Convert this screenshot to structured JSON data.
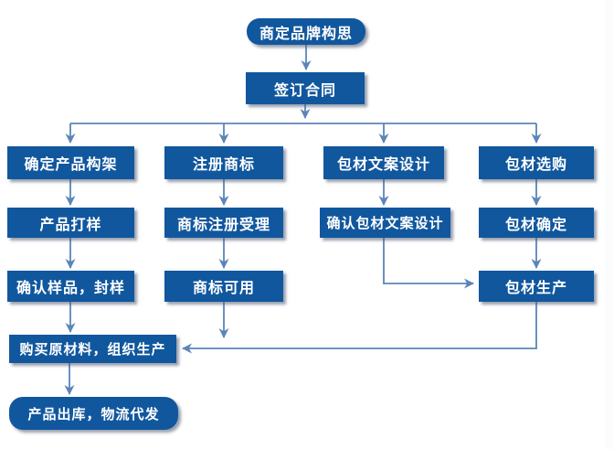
{
  "flowchart": {
    "nodes": {
      "brand_idea": {
        "label": "商定品牌构思"
      },
      "sign_contract": {
        "label": "签订合同"
      },
      "product_structure": {
        "label": "确定产品构架"
      },
      "register_trademark": {
        "label": "注册商标"
      },
      "packaging_copy_design": {
        "label": "包材文案设计"
      },
      "packaging_selection": {
        "label": "包材选购"
      },
      "product_sample": {
        "label": "产品打样"
      },
      "trademark_acceptance": {
        "label": "商标注册受理"
      },
      "confirm_packaging_copy": {
        "label": "确认包材文案设计"
      },
      "packaging_confirm": {
        "label": "包材确定"
      },
      "confirm_sample": {
        "label": "确认样品，封样"
      },
      "trademark_usable": {
        "label": "商标可用"
      },
      "packaging_production": {
        "label": "包材生产"
      },
      "purchase_materials": {
        "label": "购买原材料，组织生产"
      },
      "product_shipping": {
        "label": "产品出库，物流代发"
      }
    },
    "edges": [
      {
        "from": "商定品牌构思",
        "to": "签订合同"
      },
      {
        "from": "签订合同",
        "to": "确定产品构架"
      },
      {
        "from": "签订合同",
        "to": "注册商标"
      },
      {
        "from": "签订合同",
        "to": "包材文案设计"
      },
      {
        "from": "签订合同",
        "to": "包材选购"
      },
      {
        "from": "确定产品构架",
        "to": "产品打样"
      },
      {
        "from": "产品打样",
        "to": "确认样品，封样"
      },
      {
        "from": "确认样品，封样",
        "to": "购买原材料，组织生产"
      },
      {
        "from": "购买原材料，组织生产",
        "to": "产品出库，物流代发"
      },
      {
        "from": "注册商标",
        "to": "商标注册受理"
      },
      {
        "from": "商标注册受理",
        "to": "商标可用"
      },
      {
        "from": "商标可用",
        "to": "购买原材料，组织生产"
      },
      {
        "from": "包材文案设计",
        "to": "确认包材文案设计"
      },
      {
        "from": "确认包材文案设计",
        "to": "包材生产"
      },
      {
        "from": "包材选购",
        "to": "包材确定"
      },
      {
        "from": "包材确定",
        "to": "包材生产"
      },
      {
        "from": "包材生产",
        "to": "购买原材料，组织生产"
      }
    ],
    "colors": {
      "node_fill": "#11579e",
      "node_text": "#ffffff",
      "connector": "#5b85b8",
      "canvas_bg": "#ffffff"
    }
  }
}
